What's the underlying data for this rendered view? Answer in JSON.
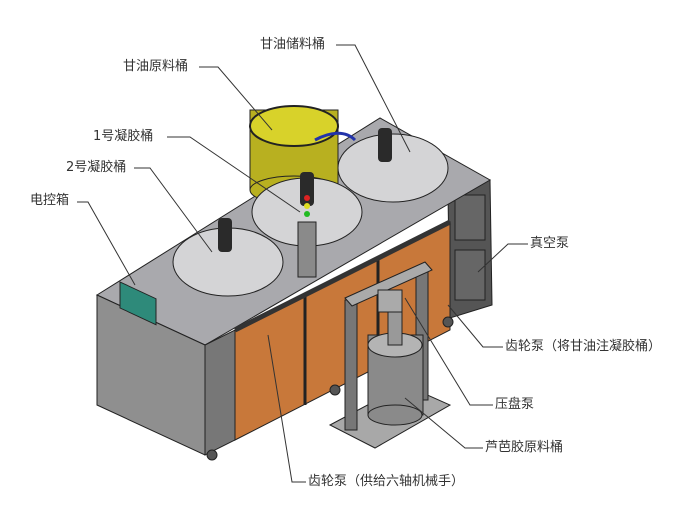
{
  "labels": {
    "glycerin_storage_tank": "甘油储料桶",
    "glycerin_raw_tank": "甘油原料桶",
    "gel_tank_1": "1号凝胶桶",
    "gel_tank_2": "2号凝胶桶",
    "control_box": "电控箱",
    "vacuum_pump": "真空泵",
    "gear_pump_glycerin": "齿轮泵（将甘油注凝胶桶）",
    "press_plate_pump": "压盘泵",
    "aloe_gel_raw_tank": "芦芭胶原料桶",
    "gear_pump_robot": "齿轮泵（供给六轴机械手）"
  },
  "colors": {
    "orange_panel": "#c8783a",
    "yellow_tank": "#cfc622",
    "steel": "#9a9a9a",
    "dark": "#3a3a3a"
  }
}
